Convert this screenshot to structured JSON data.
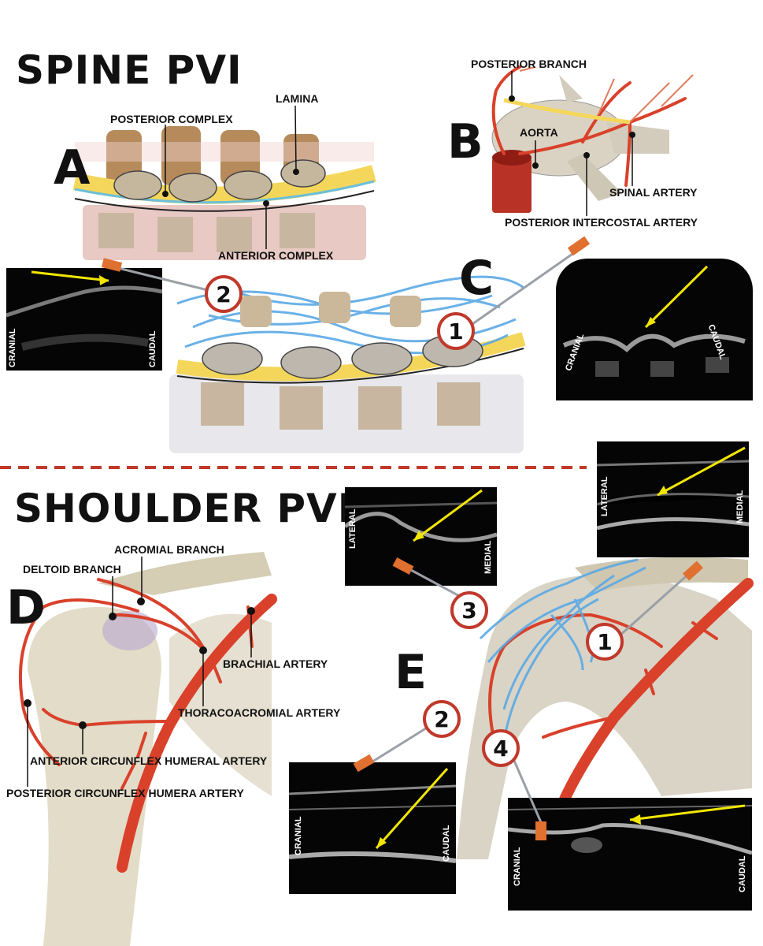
{
  "spine": {
    "title": "SPINE PVI",
    "panel_a": "A",
    "panel_b": "B",
    "panel_c": "C",
    "labels": {
      "lamina": "LAMINA",
      "posterior_complex": "POSTERIOR COMPLEX",
      "anterior_complex": "ANTERIOR COMPLEX",
      "posterior_branch": "POSTERIOR BRANCH",
      "aorta": "AORTA",
      "spinal_artery": "SPINAL ARTERY",
      "posterior_intercostal_artery": "POSTERIOR INTERCOSTAL ARTERY"
    },
    "us_left": {
      "left": "CRANIAL",
      "right": "CAUDAL"
    },
    "us_right": {
      "left": "CRANIAL",
      "right": "CAUDAL"
    },
    "markers": [
      "2",
      "1"
    ]
  },
  "shoulder": {
    "title": "SHOULDER PVI",
    "panel_d": "D",
    "panel_e": "E",
    "labels": {
      "acromial_branch": "ACROMIAL BRANCH",
      "deltoid_branch": "DELTOID BRANCH",
      "brachial_artery": "BRACHIAL ARTERY",
      "thoracoacromial_artery": "THORACOACROMIAL ARTERY",
      "anterior_circunflex": "ANTERIOR CIRCUNFLEX HUMERAL ARTERY",
      "posterior_circunflex": "POSTERIOR CIRCUNFLEX HUMERA ARTERY"
    },
    "us_top_mid": {
      "left": "LATERAL",
      "right": "MEDIAL"
    },
    "us_top_right": {
      "left": "LATERAL",
      "right": "MEDIAL"
    },
    "us_bottom_left": {
      "left": "CRANIAL",
      "right": "CAUDAL"
    },
    "us_bottom_right": {
      "left": "CRANIAL",
      "right": "CAUDAL"
    },
    "markers": [
      "3",
      "1",
      "2",
      "4"
    ]
  },
  "colors": {
    "artery": "#d9412b",
    "divider": "#c0392b",
    "arrow": "#f2e600",
    "fluid": "#5aa9e6",
    "bone": "#d8cdb4"
  }
}
